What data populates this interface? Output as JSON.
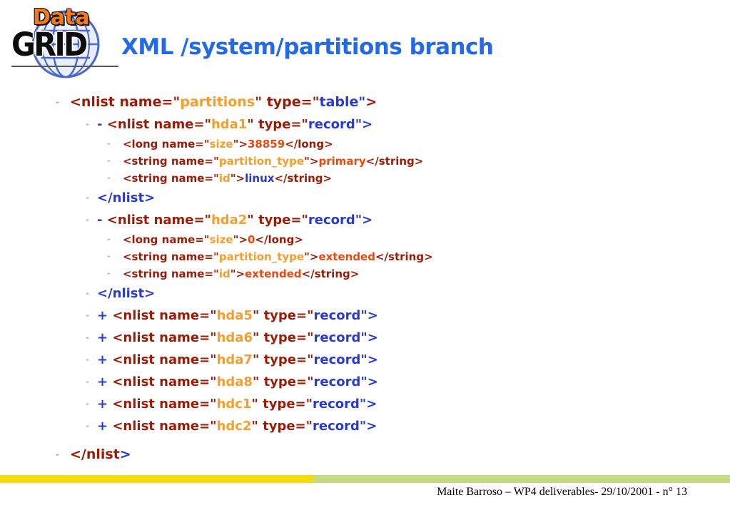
{
  "logo": {
    "data_text": "Data",
    "grid_text": "GRID"
  },
  "header": {
    "title": "XML /system/partitions branch"
  },
  "colors": {
    "title_blue": "#2469e6",
    "tag_dark_red": "#9b1c06",
    "attr_value_orange": "#f49e2c",
    "content_orange_red": "#e8490f",
    "keyword_blue": "#2a3acd",
    "bar_yellow": "#f2dc0d",
    "bar_green": "#c3dc82",
    "logo_orange": "#f07a1e"
  },
  "code": {
    "lines": [
      {
        "level": 1,
        "tokens": [
          [
            "red",
            "<nlist name=\""
          ],
          [
            "orange",
            "partitions"
          ],
          [
            "red",
            "\" type=\""
          ],
          [
            "blue",
            "table\""
          ],
          [
            "red",
            ">"
          ]
        ]
      },
      {
        "level": 2,
        "tokens": [
          [
            "blue",
            "- "
          ],
          [
            "red",
            "<nlist name=\""
          ],
          [
            "orange",
            "hda1"
          ],
          [
            "red",
            "\" type=\""
          ],
          [
            "blue",
            "record\">"
          ]
        ]
      },
      {
        "level": 3,
        "tokens": [
          [
            "red",
            "<long name=\""
          ],
          [
            "orange",
            "size"
          ],
          [
            "red",
            "\">"
          ],
          [
            "rust",
            "38859"
          ],
          [
            "red",
            "</long>"
          ]
        ]
      },
      {
        "level": 3,
        "tokens": [
          [
            "red",
            "<string name=\""
          ],
          [
            "orange",
            "partition_type"
          ],
          [
            "red",
            "\">"
          ],
          [
            "rust",
            "primary"
          ],
          [
            "red",
            "</string>"
          ]
        ]
      },
      {
        "level": 3,
        "tokens": [
          [
            "red",
            "<string name=\""
          ],
          [
            "orange",
            "id"
          ],
          [
            "red",
            "\">"
          ],
          [
            "blue",
            "linux"
          ],
          [
            "red",
            "</string>"
          ]
        ]
      },
      {
        "level": 2,
        "tokens": [
          [
            "blue",
            "</nlist>"
          ]
        ]
      },
      {
        "level": 2,
        "tokens": [
          [
            "blue",
            "- "
          ],
          [
            "red",
            "<nlist name=\""
          ],
          [
            "orange",
            "hda2"
          ],
          [
            "red",
            "\" type=\""
          ],
          [
            "blue",
            "record\">"
          ]
        ]
      },
      {
        "level": 3,
        "tokens": [
          [
            "red",
            "<long name=\""
          ],
          [
            "orange",
            "size"
          ],
          [
            "red",
            "\">"
          ],
          [
            "rust",
            "0"
          ],
          [
            "red",
            "</long>"
          ]
        ]
      },
      {
        "level": 3,
        "tokens": [
          [
            "red",
            "<string name=\""
          ],
          [
            "orange",
            "partition_type"
          ],
          [
            "red",
            "\">"
          ],
          [
            "rust",
            "extended"
          ],
          [
            "red",
            "</string>"
          ]
        ]
      },
      {
        "level": 3,
        "tokens": [
          [
            "red",
            "<string name=\""
          ],
          [
            "orange",
            "id"
          ],
          [
            "red",
            "\">"
          ],
          [
            "rust",
            "extended"
          ],
          [
            "red",
            "</string>"
          ]
        ]
      },
      {
        "level": 2,
        "tokens": [
          [
            "blue",
            "</nlist>"
          ]
        ]
      },
      {
        "level": 2,
        "tokens": [
          [
            "blue",
            "+ "
          ],
          [
            "red",
            "<nlist name=\""
          ],
          [
            "orange",
            "hda5"
          ],
          [
            "red",
            "\" type=\""
          ],
          [
            "blue",
            "record\">"
          ]
        ]
      },
      {
        "level": 2,
        "tokens": [
          [
            "blue",
            "+ "
          ],
          [
            "red",
            "<nlist name=\""
          ],
          [
            "orange",
            "hda6"
          ],
          [
            "red",
            "\" type=\""
          ],
          [
            "blue",
            "record\">"
          ]
        ]
      },
      {
        "level": 2,
        "tokens": [
          [
            "blue",
            "+ "
          ],
          [
            "red",
            "<nlist name=\""
          ],
          [
            "orange",
            "hda7"
          ],
          [
            "red",
            "\" type=\""
          ],
          [
            "blue",
            "record\">"
          ]
        ]
      },
      {
        "level": 2,
        "tokens": [
          [
            "blue",
            "+ "
          ],
          [
            "red",
            "<nlist name=\""
          ],
          [
            "orange",
            "hda8"
          ],
          [
            "red",
            "\" type=\""
          ],
          [
            "blue",
            "record\">"
          ]
        ]
      },
      {
        "level": 2,
        "tokens": [
          [
            "blue",
            "+ "
          ],
          [
            "red",
            "<nlist name=\""
          ],
          [
            "orange",
            "hdc1"
          ],
          [
            "red",
            "\" type=\""
          ],
          [
            "blue",
            "record\">"
          ]
        ]
      },
      {
        "level": 2,
        "tokens": [
          [
            "blue",
            "+ "
          ],
          [
            "red",
            "<nlist name=\""
          ],
          [
            "orange",
            "hdc2"
          ],
          [
            "red",
            "\" type=\""
          ],
          [
            "blue",
            "record\">"
          ]
        ]
      },
      {
        "level": 1,
        "gap": true,
        "tokens": [
          [
            "red",
            "</nlist"
          ],
          [
            "blue",
            ">"
          ]
        ]
      }
    ]
  },
  "footer": {
    "text": "Maite Barroso – WP4 deliverables- 29/10/2001 - n° 13"
  }
}
